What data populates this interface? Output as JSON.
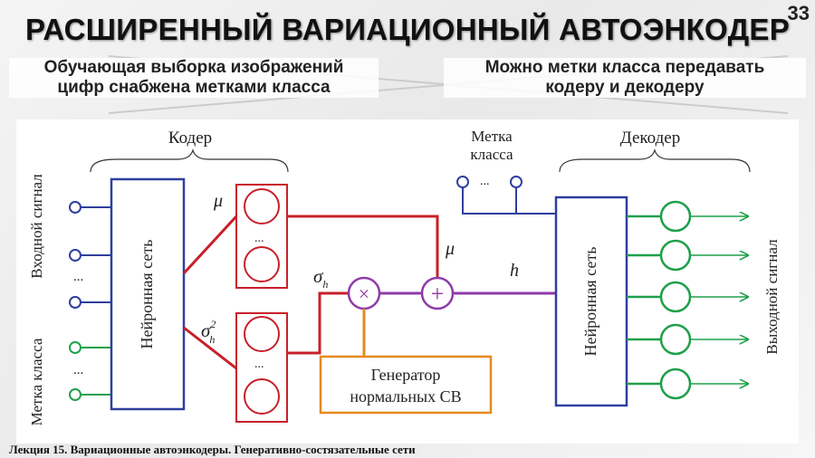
{
  "slide": {
    "number": "33",
    "title": "РАСШИРЕННЫЙ ВАРИАЦИОННЫЙ АВТОЭНКОДЕР",
    "note_left": [
      "Обучающая выборка изображений",
      "цифр снабжена метками класса"
    ],
    "note_right": [
      "Можно метки класса передавать",
      "кодеру и декодеру"
    ],
    "footer": "Лекция 15. Вариационные автоэнкодеры. Генеративно-состязательные сети"
  },
  "diagram": {
    "encoder_label": "Кодер",
    "decoder_label": "Декодер",
    "input_signal_label": "Входной сигнал",
    "class_label_left": "Метка класса",
    "neural_net_label": "Нейронная сеть",
    "class_label_top": [
      "Метка",
      "класса"
    ],
    "output_signal_label": "Выходной сигнал",
    "mu": "μ",
    "sigma2_base": "σ",
    "sigma2_sub": "h",
    "sigma2_sup": "2",
    "sigma_h_base": "σ",
    "sigma_h_sub": "h",
    "h_label": "h",
    "ellipsis": "...",
    "multiply_symbol": "×",
    "plus_symbol": "+",
    "generator_label": [
      "Генератор",
      "нормальных СВ"
    ]
  },
  "colors": {
    "input_blue": "#2e3f9e",
    "class_green": "#1fa04a",
    "red_path": "#c8202a",
    "purple_path": "#8f3aa8",
    "orange_path": "#e58a1f"
  }
}
